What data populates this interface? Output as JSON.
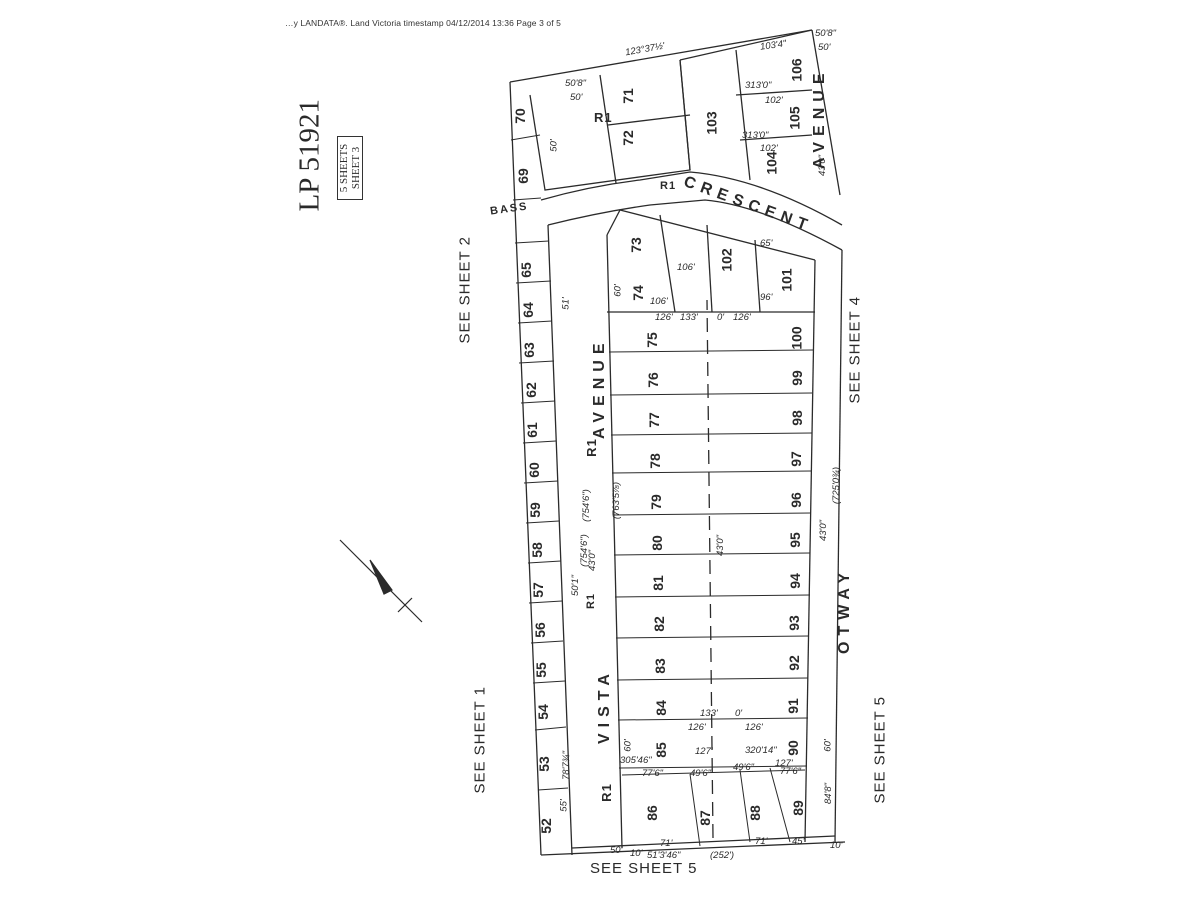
{
  "header": "…y LANDATA®.  Land Victoria timestamp 04/12/2014 13:36   Page 3 of 5",
  "plan": {
    "title": "LP 51921",
    "sheets_box": [
      "5 SHEETS",
      "SHEET 3"
    ]
  },
  "references": {
    "see_sheet_1": "SEE SHEET 1",
    "see_sheet_2": "SEE SHEET 2",
    "see_sheet_4": "SEE SHEET 4",
    "see_sheet_5_right": "SEE SHEET 5",
    "see_sheet_5_bottom": "SEE SHEET 5"
  },
  "streets": {
    "bass": "BASS",
    "crescent": "CRESCENT",
    "avenue_top": "AVENUE",
    "avenue_mid": "AVENUE",
    "r1_mid": "R1",
    "vista": "VISTA",
    "r1_low": "R1",
    "otway": "OTWAY",
    "r1_top": "R1",
    "r1_crescent": "R1",
    "r1_vista": "R1"
  },
  "lots_west": [
    "52",
    "53",
    "54",
    "55",
    "56",
    "57",
    "58",
    "59",
    "60",
    "61",
    "62",
    "63",
    "64",
    "65",
    "69",
    "70"
  ],
  "lots_middle": [
    "86",
    "85",
    "84",
    "83",
    "82",
    "81",
    "80",
    "79",
    "78",
    "77",
    "76",
    "75",
    "74",
    "73"
  ],
  "lots_east": [
    "88",
    "90",
    "91",
    "92",
    "93",
    "94",
    "95",
    "96",
    "97",
    "98",
    "99",
    "100",
    "101",
    "102"
  ],
  "lots_north": [
    "71",
    "72",
    "103",
    "104",
    "105",
    "106"
  ],
  "lots_south": [
    "87",
    "89"
  ],
  "dimensions": {
    "d_123": "123°37½'",
    "d_508a": "50'8\"",
    "d_50a": "50'",
    "d_508b": "50'8\"",
    "d_50b": "50'",
    "d_1034": "103'4\"",
    "d_313a": "313'0\"",
    "d_313b": "313'0\"",
    "d_102a": "102'",
    "d_102b": "102'",
    "d_43a": "43'0\"",
    "d_43b": "43'0\"",
    "d_43c": "43'0\"",
    "d_43d": "43'0\"",
    "d_7546": "(754'6\")",
    "d_7635": "(763'5⅞)",
    "d_7250": "(725'0¾)",
    "d_133a": "133'",
    "d_133b": "133'",
    "d_126a": "126'",
    "d_126b": "126'",
    "d_126c": "126'",
    "d_126d": "126'",
    "d_0a": "0'",
    "d_0b": "0'",
    "d_3054": "305'46\"",
    "d_3201": "320'14\"",
    "d_127a": "127'",
    "d_127b": "127'",
    "d_496a": "49'6\"",
    "d_496b": "49'6\"",
    "d_776a": "77'6\"",
    "d_776b": "77'6\"",
    "d_7872": "78'7¾\"",
    "d_55": "55'",
    "d_71a": "71'",
    "d_71b": "71'",
    "d_848": "84'8\"",
    "d_45": "45'",
    "d_252": "(252')",
    "d_51346": "51'3'46\"",
    "d_10a": "10'",
    "d_10b": "10'",
    "d_60a": "60'",
    "d_60b": "60'",
    "d_60c": "60'",
    "d_65": "65'",
    "d_96": "96'",
    "d_106a": "106'",
    "d_106b": "106'",
    "d_5850": "50'",
    "d_50x": "50'",
    "d_51": "51'",
    "d_501": "50'1\""
  },
  "colors": {
    "ink": "#2b2b2b",
    "paper": "#ffffff"
  }
}
